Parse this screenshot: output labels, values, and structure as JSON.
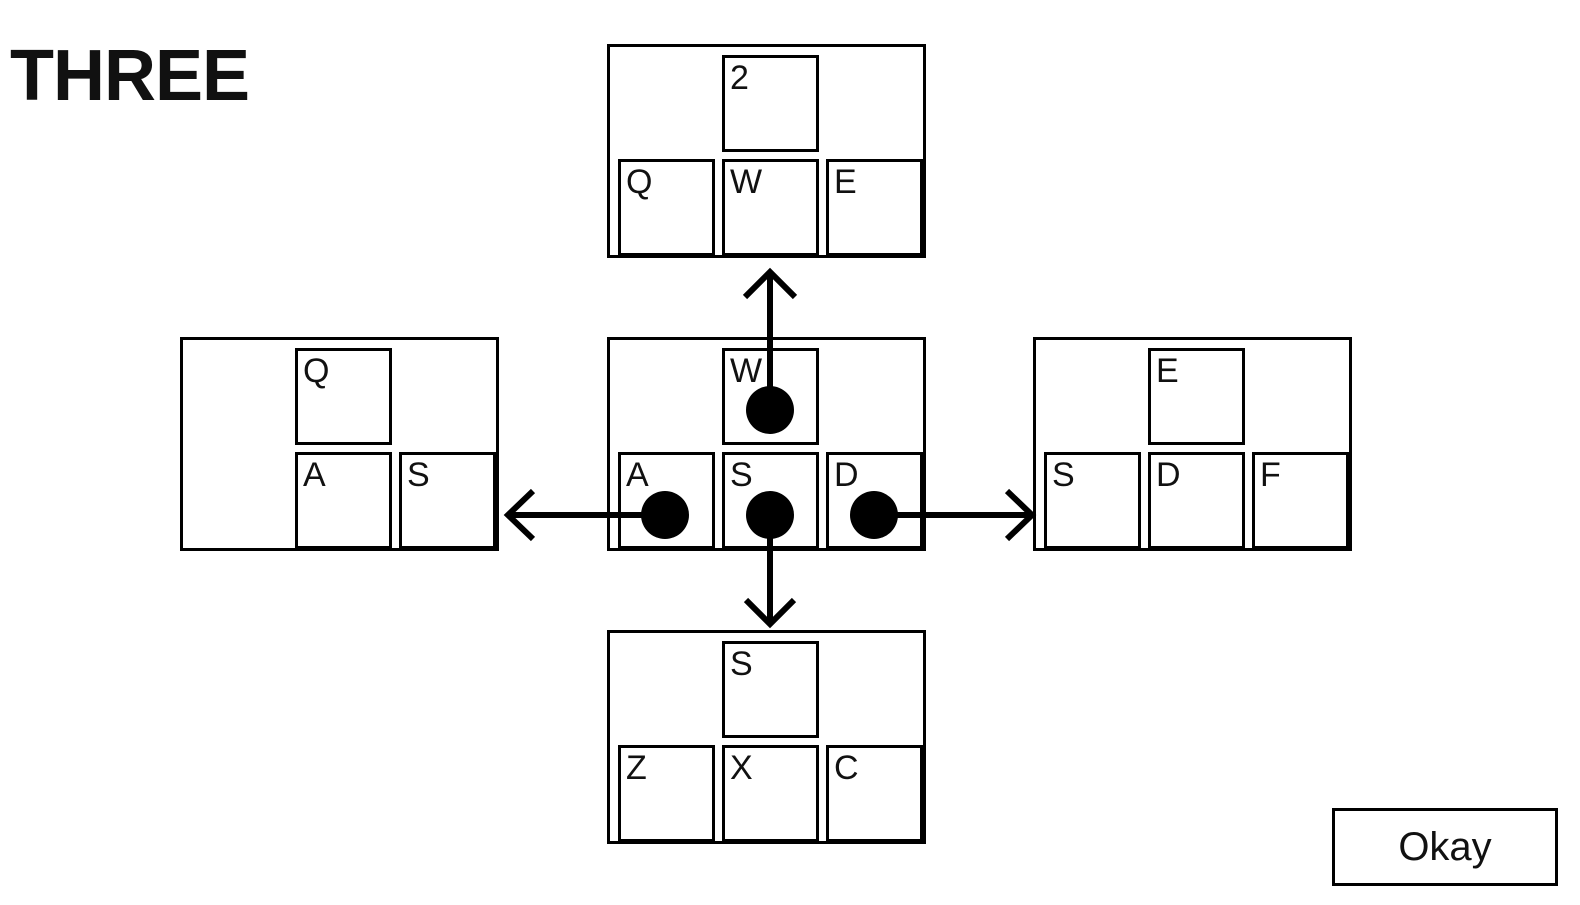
{
  "title": "THREE",
  "okay_label": "Okay",
  "panels": {
    "top": {
      "keys": [
        "2",
        "Q",
        "W",
        "E"
      ]
    },
    "left": {
      "keys": [
        "Q",
        "A",
        "S"
      ]
    },
    "center": {
      "keys": [
        "W",
        "A",
        "S",
        "D"
      ]
    },
    "right": {
      "keys": [
        "E",
        "S",
        "D",
        "F"
      ]
    },
    "bottom": {
      "keys": [
        "S",
        "Z",
        "X",
        "C"
      ]
    }
  },
  "arrows": [
    "up",
    "left",
    "right",
    "down"
  ],
  "colors": {
    "line": "#000000",
    "background": "#ffffff"
  }
}
